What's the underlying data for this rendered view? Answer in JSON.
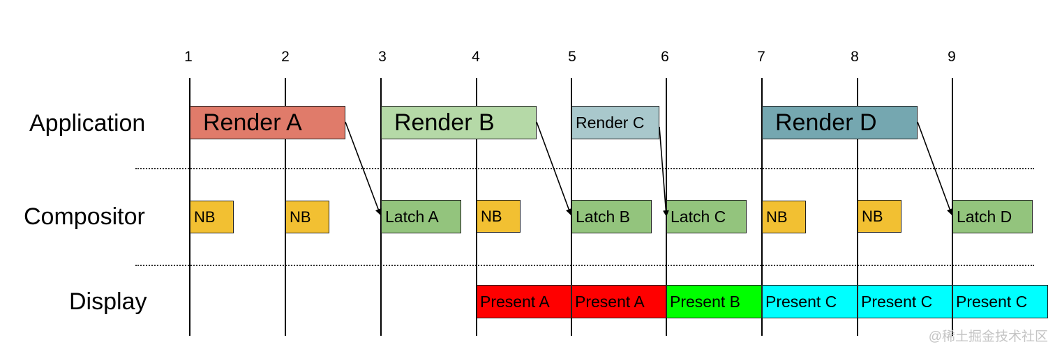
{
  "ticks": [
    "1",
    "2",
    "3",
    "4",
    "5",
    "6",
    "7",
    "8",
    "9"
  ],
  "rows": {
    "application": "Application",
    "compositor": "Compositor",
    "display": "Display"
  },
  "application_boxes": [
    {
      "label": "Render A",
      "color": "#e07b6a"
    },
    {
      "label": "Render B",
      "color": "#b5d9a7"
    },
    {
      "label": "Render C",
      "color": "#a9c8cc"
    },
    {
      "label": "Render D",
      "color": "#75a7b0"
    }
  ],
  "compositor_boxes": [
    {
      "label": "NB",
      "color": "#f2c032"
    },
    {
      "label": "NB",
      "color": "#f2c032"
    },
    {
      "label": "Latch A",
      "color": "#93c47d"
    },
    {
      "label": "NB",
      "color": "#f2c032"
    },
    {
      "label": "Latch B",
      "color": "#93c47d"
    },
    {
      "label": "Latch C",
      "color": "#93c47d"
    },
    {
      "label": "NB",
      "color": "#f2c032"
    },
    {
      "label": "NB",
      "color": "#f2c032"
    },
    {
      "label": "Latch D",
      "color": "#93c47d"
    }
  ],
  "display_boxes": [
    {
      "label": "Present A",
      "color": "#ff0000"
    },
    {
      "label": "Present A",
      "color": "#ff0000"
    },
    {
      "label": "Present B",
      "color": "#00ff00"
    },
    {
      "label": "Present C",
      "color": "#00ffff"
    },
    {
      "label": "Present C",
      "color": "#00ffff"
    },
    {
      "label": "Present C",
      "color": "#00ffff"
    }
  ],
  "arrows": [
    {
      "from": "Render A",
      "to": "Latch A"
    },
    {
      "from": "Render B",
      "to": "Latch B"
    },
    {
      "from": "Render C",
      "to": "Latch C"
    },
    {
      "from": "Render D",
      "to": "Latch D"
    }
  ],
  "watermark": "@稀土掘金技术社区"
}
